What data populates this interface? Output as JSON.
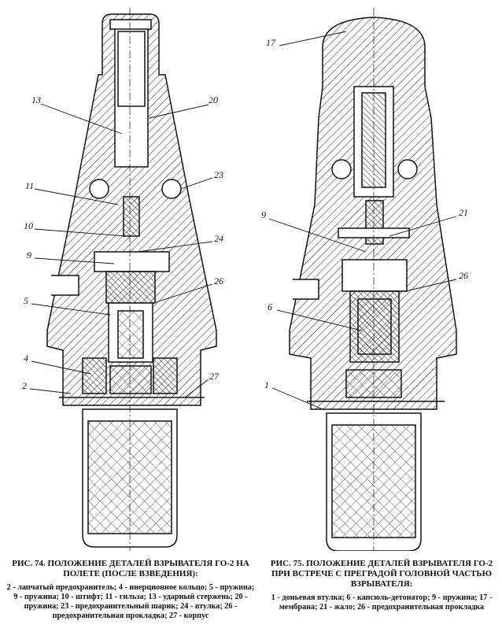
{
  "figure74": {
    "title": "РИС. 74. ПОЛОЖЕНИЕ ДЕТАЛЕЙ ВЗРЫВАТЕЛЯ ГО-2 НА ПОЛЕТЕ (ПОСЛЕ ВЗВЕДЕНИЯ):",
    "legend": "2 - лапчатый предохранитель; 4 - инерционное кольцо; 5 - пружина; 9 - пружина; 10 - штифт; 11 - гильза; 13 - ударный стержень; 20 - пружина; 23 - предохранительный шарик; 24 - втулка; 26 - предохранительная прокладка; 27 - корпус",
    "callouts": [
      "13",
      "20",
      "11",
      "23",
      "10",
      "24",
      "9",
      "26",
      "5",
      "4",
      "2",
      "27"
    ]
  },
  "figure75": {
    "title": "РИС. 75. ПОЛОЖЕНИЕ ДЕТАЛЕЙ ВЗРЫВАТЕЛЯ ГО-2 ПРИ ВСТРЕЧЕ С ПРЕГРАДОЙ ГОЛОВНОЙ ЧАСТЬЮ ВЗРЫВАТЕЛЯ:",
    "legend": "1 - доньевая втулка; 6 - капсюль-детонатор; 9 - пружина; 17 - мембрана; 21 - жало; 26 - предохранительная прокладка",
    "callouts": [
      "17",
      "9",
      "21",
      "26",
      "6",
      "1"
    ]
  }
}
